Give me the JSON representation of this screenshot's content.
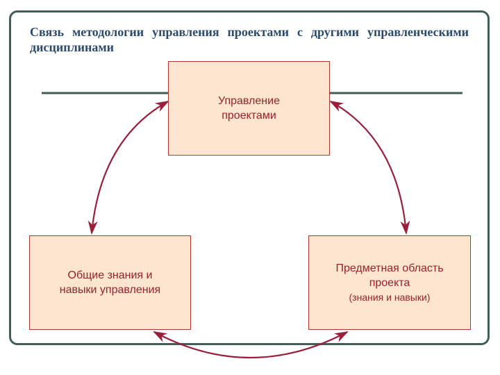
{
  "title": "Связь методологии управления проектами с другими управленческими дисциплинами",
  "nodes": {
    "top": {
      "line1": "Управление",
      "line2": "проектами"
    },
    "left": {
      "line1": "Общие знания и",
      "line2": "навыки управления"
    },
    "right": {
      "line1": "Предметная область",
      "line2": "проекта",
      "line3": "(знания и навыки)"
    }
  },
  "colors": {
    "frame": "#3e5e57",
    "title": "#2a4a6e",
    "box_fill": "#fde5cf",
    "box_border": "#b5342d",
    "box_text": "#9a1f2f",
    "arrow": "#9b1f3a",
    "rule": "#3e5e57"
  }
}
